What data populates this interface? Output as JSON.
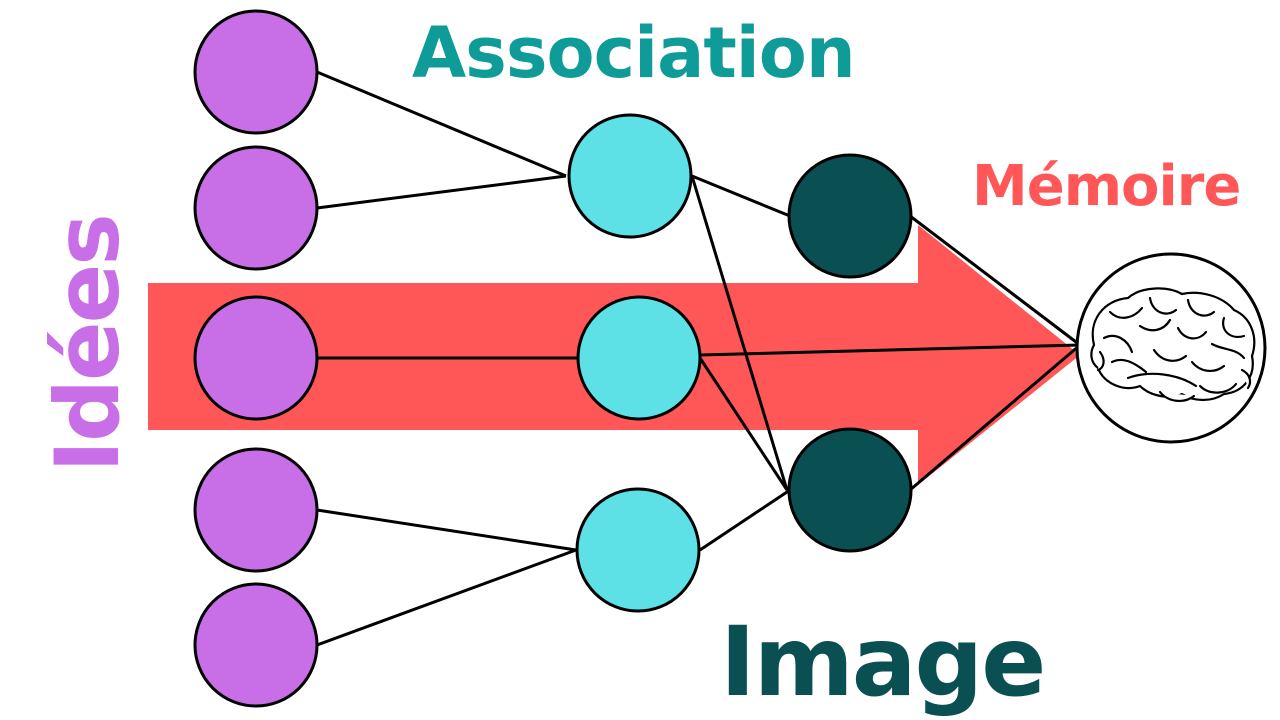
{
  "labels": {
    "association": "Association",
    "memoire": "Mémoire",
    "image": "Image",
    "idees": "Idées"
  },
  "colors": {
    "idea_node": "#c86ee6",
    "association_node": "#5de0e6",
    "image_node": "#0a4f52",
    "arrow": "#ff5757",
    "association_text": "#0f9b98",
    "memoire_text": "#ff5757",
    "image_text": "#0a4f52",
    "idees_text": "#c86ee6",
    "edge": "#000000"
  },
  "icons": {
    "memory_icon": "brain-icon"
  }
}
